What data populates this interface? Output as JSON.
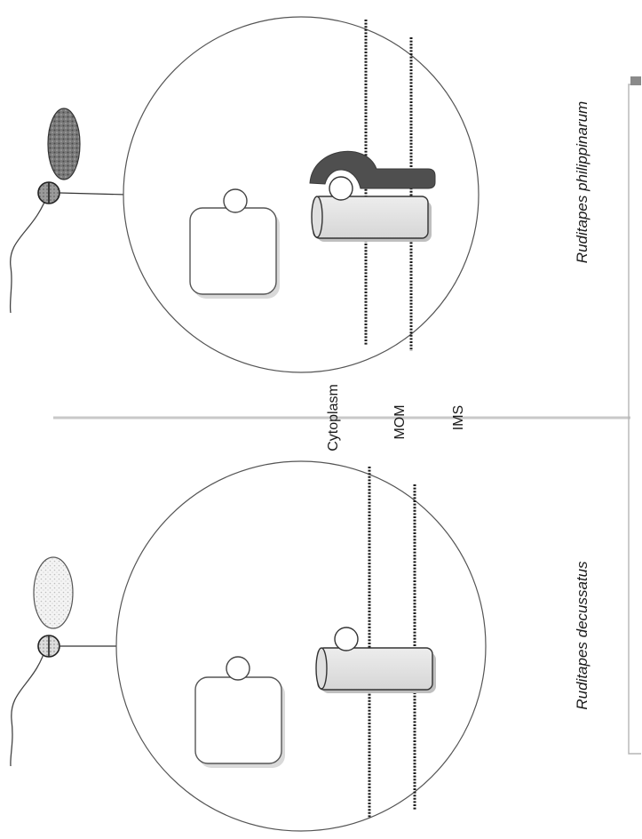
{
  "species": {
    "top": "Ruditapes philippinarum",
    "bottom": "Ruditapes decussatus"
  },
  "compartments": {
    "cytoplasm": "Cytoplasm",
    "mom": "MOM",
    "ims": "IMS"
  }
}
